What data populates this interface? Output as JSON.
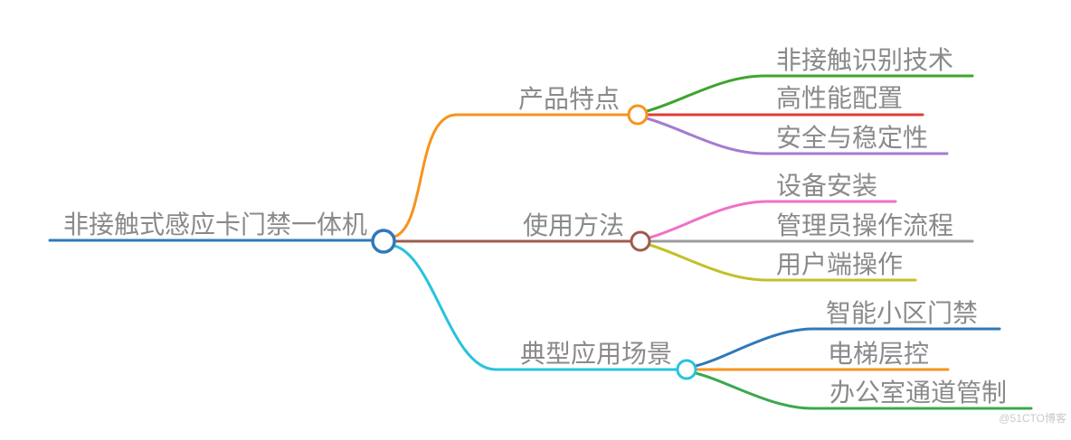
{
  "background": "#FFFFFF",
  "text_color": "#8A8A8A",
  "root": {
    "label": "非接触式感应卡门禁一体机",
    "color": "#2E79B9"
  },
  "branches": [
    {
      "label": "产品特点",
      "color": "#F7931E",
      "children": [
        {
          "label": "非接触识别技术",
          "color": "#3FA52E"
        },
        {
          "label": "高性能配置",
          "color": "#E13C38"
        },
        {
          "label": "安全与稳定性",
          "color": "#A37CD1"
        }
      ]
    },
    {
      "label": "使用方法",
      "color": "#9E5B4D",
      "children": [
        {
          "label": "设备安装",
          "color": "#F070C8"
        },
        {
          "label": "管理员操作流程",
          "color": "#9C9C9C"
        },
        {
          "label": "用户端操作",
          "color": "#C3C02A"
        }
      ]
    },
    {
      "label": "典型应用场景",
      "color": "#27C3DF",
      "children": [
        {
          "label": "智能小区门禁",
          "color": "#2E79B9"
        },
        {
          "label": "电梯层控",
          "color": "#F7931E"
        },
        {
          "label": "办公室通道管制",
          "color": "#3BA84F"
        }
      ]
    }
  ],
  "watermark": {
    "text": "@51CTO博客"
  }
}
